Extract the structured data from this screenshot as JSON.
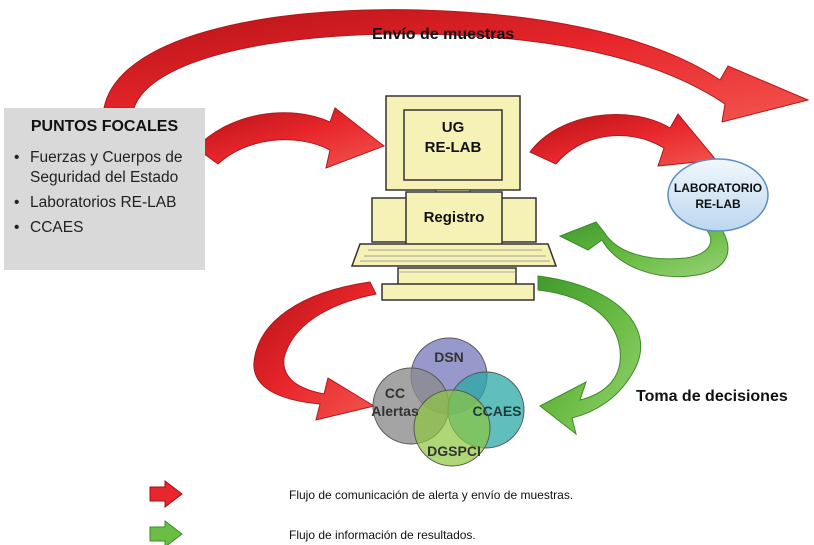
{
  "arrows": {
    "flow_label": "Envío de muestras",
    "decision_label": "Toma de decisiones",
    "red_color": "#e8262b",
    "green_color": "#6cbd45"
  },
  "focal_points": {
    "title": "PUNTOS FOCALES",
    "items": [
      "Fuerzas y Cuerpos de Seguridad del Estado",
      "Laboratorios RE-LAB",
      "CCAES"
    ]
  },
  "computer": {
    "monitor_line1": "UG",
    "monitor_line2": "RE-LAB",
    "box_label": "Registro",
    "monitor_color": "#f6f2b6"
  },
  "lab": {
    "line1": "LABORATORIO",
    "line2": "RE-LAB",
    "color": "#dbeaf8"
  },
  "circles": [
    {
      "label": "DSN",
      "color": "#6f72b9"
    },
    {
      "label": "CC",
      "label2": "Alertas",
      "color": "#8a8a8a"
    },
    {
      "label": "CCAES",
      "color": "#28a9a5"
    },
    {
      "label": "DGSPCI",
      "color": "#8dc63f"
    }
  ],
  "legend": {
    "red_text": "Flujo de comunicación de alerta y envío de muestras.",
    "green_text": "Flujo de información de resultados."
  }
}
